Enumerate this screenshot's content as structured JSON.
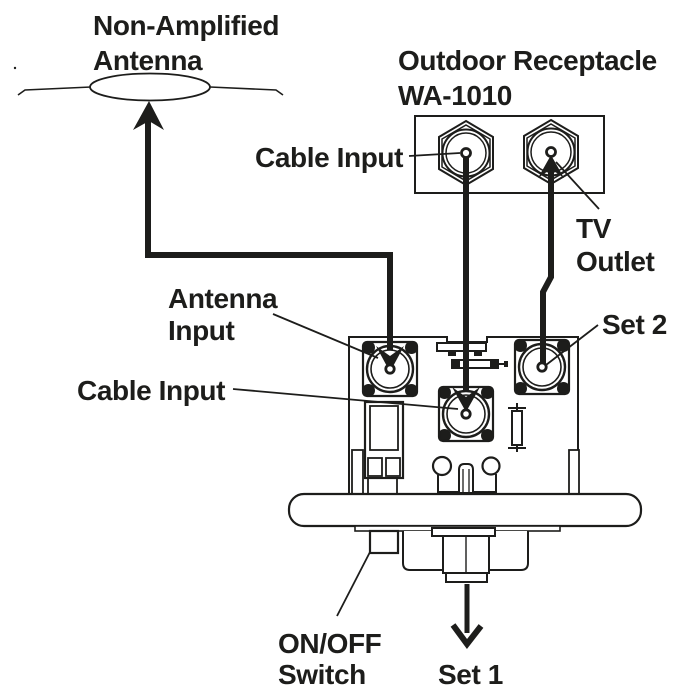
{
  "colors": {
    "ink": "#1d1d1b",
    "background": "#ffffff"
  },
  "labels": {
    "non_amplified_antenna": {
      "line1": "Non-Amplified",
      "line2": "Antenna"
    },
    "outdoor_receptacle": {
      "line1": "Outdoor Receptacle",
      "line2": "WA-1010"
    },
    "receptacle_cable_input": "Cable Input",
    "tv_outlet": {
      "line1": "TV",
      "line2": "Outlet"
    },
    "antenna_input": {
      "line1": "Antenna",
      "line2": "Input"
    },
    "device_cable_input": "Cable Input",
    "set_2": "Set 2",
    "on_off_switch": {
      "line1": "ON/OFF",
      "line2": "Switch"
    },
    "set_1": "Set 1"
  }
}
